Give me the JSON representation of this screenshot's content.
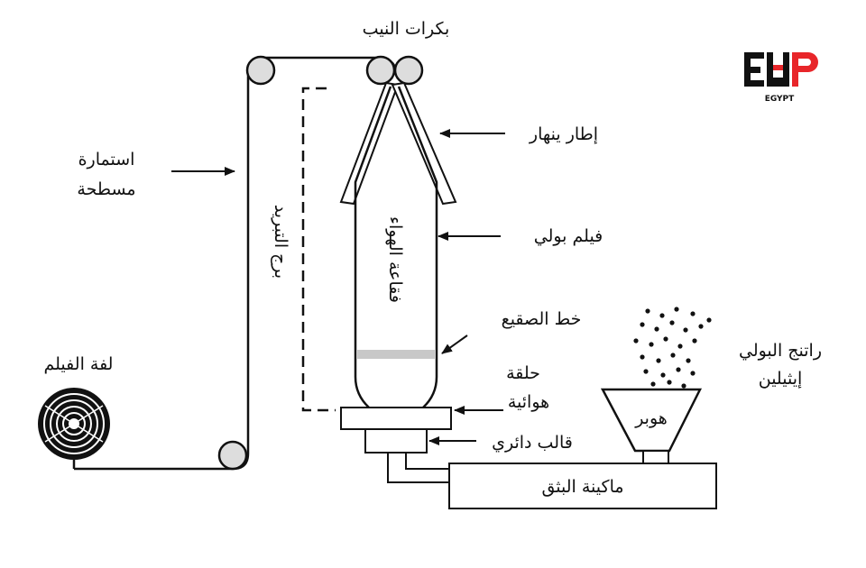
{
  "brand": {
    "logo_text": "EUP",
    "logo_subtext": "EGYPT",
    "accent_color": "#e8262a"
  },
  "labels": {
    "nip_rollers": "بكرات النيب",
    "collapsing_frame": "إطار ينهار",
    "flat_sheet_line1": "استمارة",
    "flat_sheet_line2": "مسطحة",
    "cooling_tower": "برج التبريد",
    "air_bubble": "فقاعة الهواء",
    "poly_film": "فيلم بولي",
    "frost_line": "خط الصقيع",
    "air_ring_line1": "حلقة",
    "air_ring_line2": "هوائية",
    "circular_die": "قالب دائري",
    "film_roll": "لفة الفيلم",
    "resin_line1": "راتنج البولي",
    "resin_line2": "إيثيلين",
    "hopper": "هوبر",
    "extruder": "ماكينة البثق"
  }
}
